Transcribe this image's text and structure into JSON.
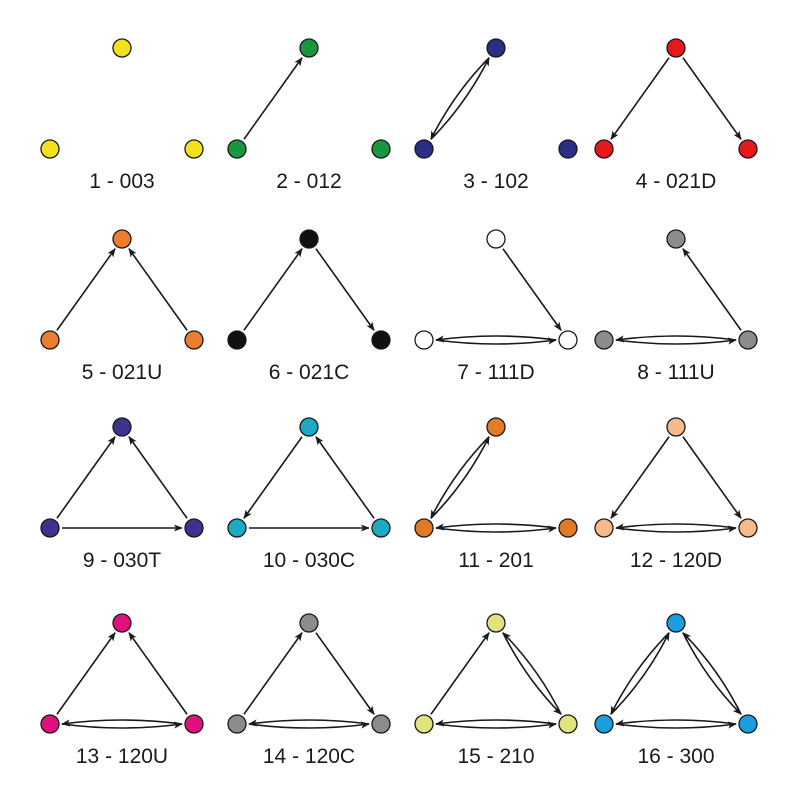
{
  "triads": [
    {
      "label": "1 - 003",
      "color": "#f2e21b",
      "edges": []
    },
    {
      "label": "2 - 012",
      "color": "#1a9641",
      "edges": [
        [
          "L",
          "T"
        ]
      ]
    },
    {
      "label": "3 - 102",
      "color": "#2b2e83",
      "edges": [
        [
          "L",
          "T"
        ],
        [
          "T",
          "L"
        ]
      ]
    },
    {
      "label": "4 - 021D",
      "color": "#e3191c",
      "edges": [
        [
          "T",
          "L"
        ],
        [
          "T",
          "R"
        ]
      ]
    },
    {
      "label": "5 - 021U",
      "color": "#ec7c2e",
      "edges": [
        [
          "L",
          "T"
        ],
        [
          "R",
          "T"
        ]
      ]
    },
    {
      "label": "6 - 021C",
      "color": "#111111",
      "edges": [
        [
          "L",
          "T"
        ],
        [
          "T",
          "R"
        ]
      ]
    },
    {
      "label": "7 - 111D",
      "color": "#ffffff",
      "edges": [
        [
          "T",
          "R"
        ],
        [
          "L",
          "R"
        ],
        [
          "R",
          "L"
        ]
      ]
    },
    {
      "label": "8 - 111U",
      "color": "#8c8c8c",
      "edges": [
        [
          "R",
          "T"
        ],
        [
          "L",
          "R"
        ],
        [
          "R",
          "L"
        ]
      ]
    },
    {
      "label": "9 - 030T",
      "color": "#3a348e",
      "edges": [
        [
          "L",
          "T"
        ],
        [
          "R",
          "T"
        ],
        [
          "L",
          "R"
        ]
      ]
    },
    {
      "label": "10 - 030C",
      "color": "#1aaac3",
      "edges": [
        [
          "T",
          "L"
        ],
        [
          "R",
          "T"
        ],
        [
          "L",
          "R"
        ]
      ]
    },
    {
      "label": "11 - 201",
      "color": "#e07b28",
      "edges": [
        [
          "L",
          "T"
        ],
        [
          "T",
          "L"
        ],
        [
          "L",
          "R"
        ],
        [
          "R",
          "L"
        ]
      ]
    },
    {
      "label": "12 - 120D",
      "color": "#f5b98a",
      "edges": [
        [
          "T",
          "L"
        ],
        [
          "T",
          "R"
        ],
        [
          "L",
          "R"
        ],
        [
          "R",
          "L"
        ]
      ]
    },
    {
      "label": "13 - 120U",
      "color": "#e0107e",
      "edges": [
        [
          "L",
          "T"
        ],
        [
          "R",
          "T"
        ],
        [
          "L",
          "R"
        ],
        [
          "R",
          "L"
        ]
      ]
    },
    {
      "label": "14 - 120C",
      "color": "#8c8c8c",
      "edges": [
        [
          "L",
          "T"
        ],
        [
          "T",
          "R"
        ],
        [
          "L",
          "R"
        ],
        [
          "R",
          "L"
        ]
      ]
    },
    {
      "label": "15 - 210",
      "color": "#dfe27d",
      "edges": [
        [
          "L",
          "T"
        ],
        [
          "T",
          "R"
        ],
        [
          "R",
          "T"
        ],
        [
          "L",
          "R"
        ],
        [
          "R",
          "L"
        ]
      ]
    },
    {
      "label": "16 - 300",
      "color": "#1a9ee0",
      "edges": [
        [
          "L",
          "T"
        ],
        [
          "T",
          "L"
        ],
        [
          "T",
          "R"
        ],
        [
          "R",
          "T"
        ],
        [
          "L",
          "R"
        ],
        [
          "R",
          "L"
        ]
      ]
    }
  ]
}
